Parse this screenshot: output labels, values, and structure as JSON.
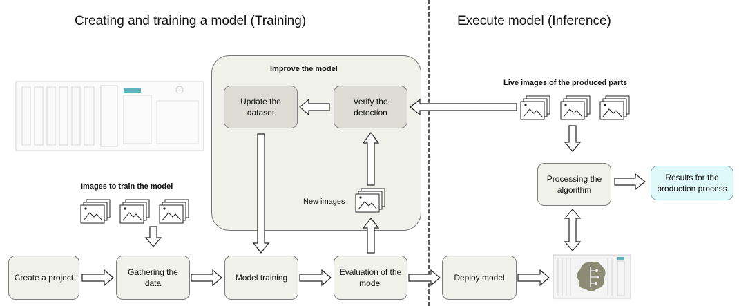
{
  "headings": {
    "training": "Creating and training a model (Training)",
    "inference": "Execute model (Inference)"
  },
  "labels": {
    "improve_model": "Improve the model",
    "images_to_train": "Images to train the model",
    "live_images": "Live images of the produced parts",
    "new_images": "New images"
  },
  "boxes": {
    "create_project": "Create a project",
    "gathering_data": "Gathering the data",
    "model_training": "Model training",
    "evaluation": "Evaluation of the model",
    "deploy_model": "Deploy model",
    "update_dataset": "Update the dataset",
    "verify_detection": "Verify the detection",
    "processing_algorithm": "Processing the algorithm",
    "results": "Results for the production process"
  },
  "colors": {
    "box_fill": "#f1f1ec",
    "box_dark_fill": "#dcdcd5",
    "result_fill": "#dff8fa",
    "device_accent": "#5bb6bd",
    "ai_chip": "#8b8b76"
  },
  "icons": [
    "server-device-icon",
    "image-stack-icon",
    "industrial-pc-ai-icon",
    "hollow-arrow-icon"
  ]
}
